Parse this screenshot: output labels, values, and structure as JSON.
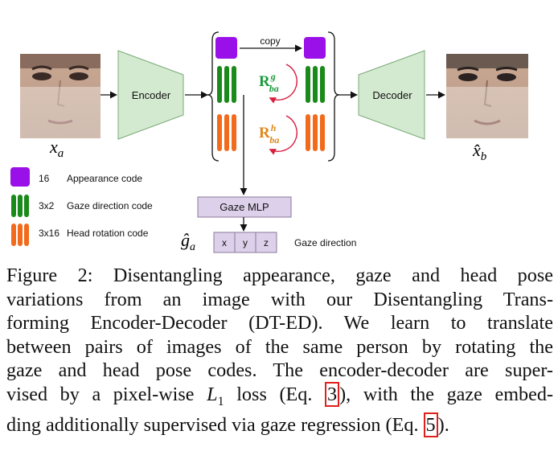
{
  "diagram": {
    "input_label_base": "x",
    "input_label_sub": "a",
    "output_label_base": "x̂",
    "output_label_sub": "b",
    "encoder_label": "Encoder",
    "decoder_label": "Decoder",
    "copy_label": "copy",
    "rot_gaze_base": "R",
    "rot_gaze_sup": "g",
    "rot_gaze_sub": "ba",
    "rot_head_base": "R",
    "rot_head_sup": "h",
    "rot_head_sub": "ba",
    "mlp_label": "Gaze MLP",
    "gaze_out_base": "ĝ",
    "gaze_out_sub": "a",
    "gaze_components": [
      "x",
      "y",
      "z"
    ],
    "gaze_direction_label": "Gaze direction",
    "colors": {
      "appearance": "#9a10e8",
      "gaze": "#1a8a1a",
      "head": "#f26a1c",
      "encoder_fill": "#d4ead0",
      "mlp_fill": "#ddd0ea",
      "rot_gaze_text": "#1a9a3a",
      "rot_head_text": "#e0881c",
      "rot_arrow": "#d81e3e"
    }
  },
  "legend": [
    {
      "dims": "16",
      "label": "Appearance code",
      "icon": "appearance-code-icon"
    },
    {
      "dims": "3x2",
      "label": "Gaze direction code",
      "icon": "gaze-code-icon"
    },
    {
      "dims": "3x16",
      "label": "Head rotation code",
      "icon": "head-code-icon"
    }
  ],
  "caption": {
    "l1": "Figure 2:  Disentangling appearance, gaze and head pose",
    "l2": "variations from an image with our Disentangling Trans-",
    "l3": "forming Encoder-Decoder (DT-ED). We learn to translate",
    "l4": "between pairs of images of the same person by rotating the",
    "l5": "gaze and head pose codes. The encoder-decoder are super-",
    "l6a": "vised by a pixel-wise ",
    "l6_math_base": "L",
    "l6_math_sub": "1",
    "l6b": " loss (Eq. ",
    "l6_ref": "3",
    "l6c": "), with the gaze embed-",
    "l7a": "ding additionally supervised via gaze regression (Eq. ",
    "l7_ref": "5",
    "l7b": ")."
  }
}
